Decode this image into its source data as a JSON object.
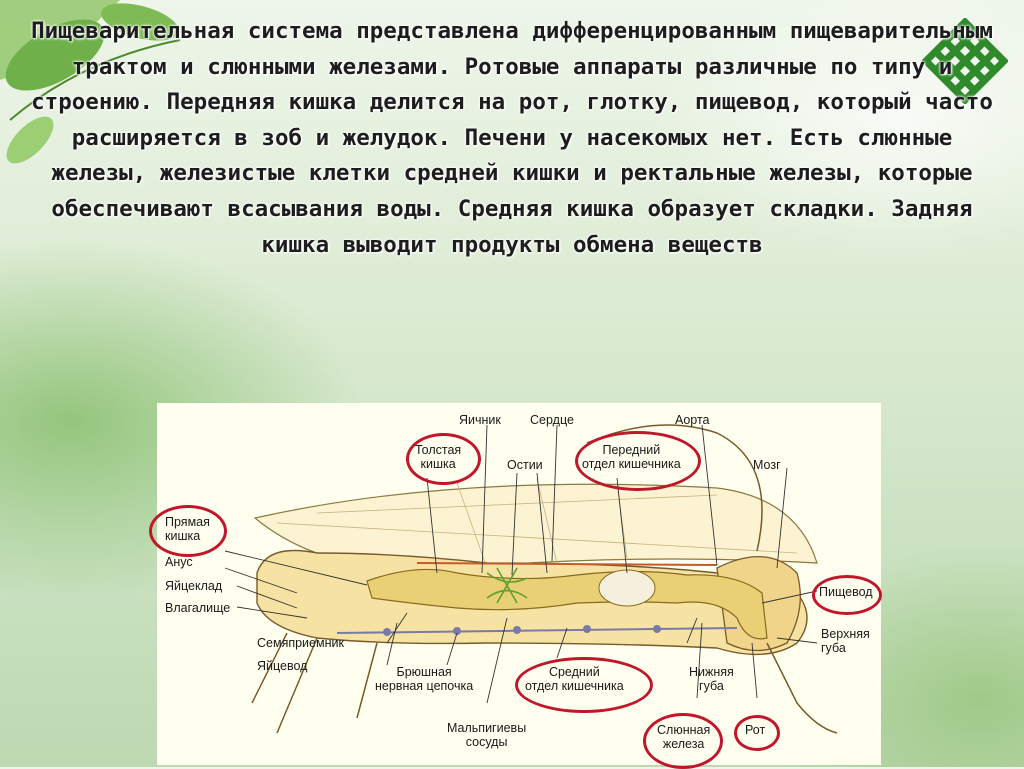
{
  "slide": {
    "description": "Пищеварительная система представлена дифференцированным пищеварительным трактом и слюнными железами. Ротовые аппараты различные по типу и строению. Передняя кишка делится на рот, глотку, пищевод, который часто расширяется в зоб и желудок. Печени у насекомых нет. Есть слюнные железы, железистые клетки средней кишки и ректальные железы, которые обеспечивают всасывания воды. Средняя кишка образует складки. Задняя кишка выводит продукты обмена веществ"
  },
  "diagram": {
    "labels": {
      "ovary": "Яичник",
      "heart": "Сердце",
      "aorta": "Аорта",
      "large_intestine": "Толстая\nкишка",
      "ostia": "Остии",
      "foregut": "Передний\nотдел кишечника",
      "brain": "Мозг",
      "rectum": "Прямая\nкишка",
      "anus": "Анус",
      "ovipositor": "Яйцеклад",
      "vagina": "Влагалище",
      "esophagus": "Пищевод",
      "spermatheca": "Семяприемник",
      "upper_lip": "Верхняя\nгуба",
      "oviduct": "Яйцевод",
      "nerve_chain": "Брюшная\nнервная цепочка",
      "midgut": "Средний\nотдел кишечника",
      "lower_lip": "Нижняя\nгуба",
      "malpighian": "Мальпигиевы\nсосуды",
      "salivary_gland": "Слюнная\nжелеза",
      "mouth": "Рот"
    }
  },
  "colors": {
    "highlight_ring": "#c0182a",
    "body_fill": "#f2dc9a",
    "gut_fill": "#e8cf6a",
    "nerve": "#7a7aa8",
    "muscle": "#5fa030"
  }
}
